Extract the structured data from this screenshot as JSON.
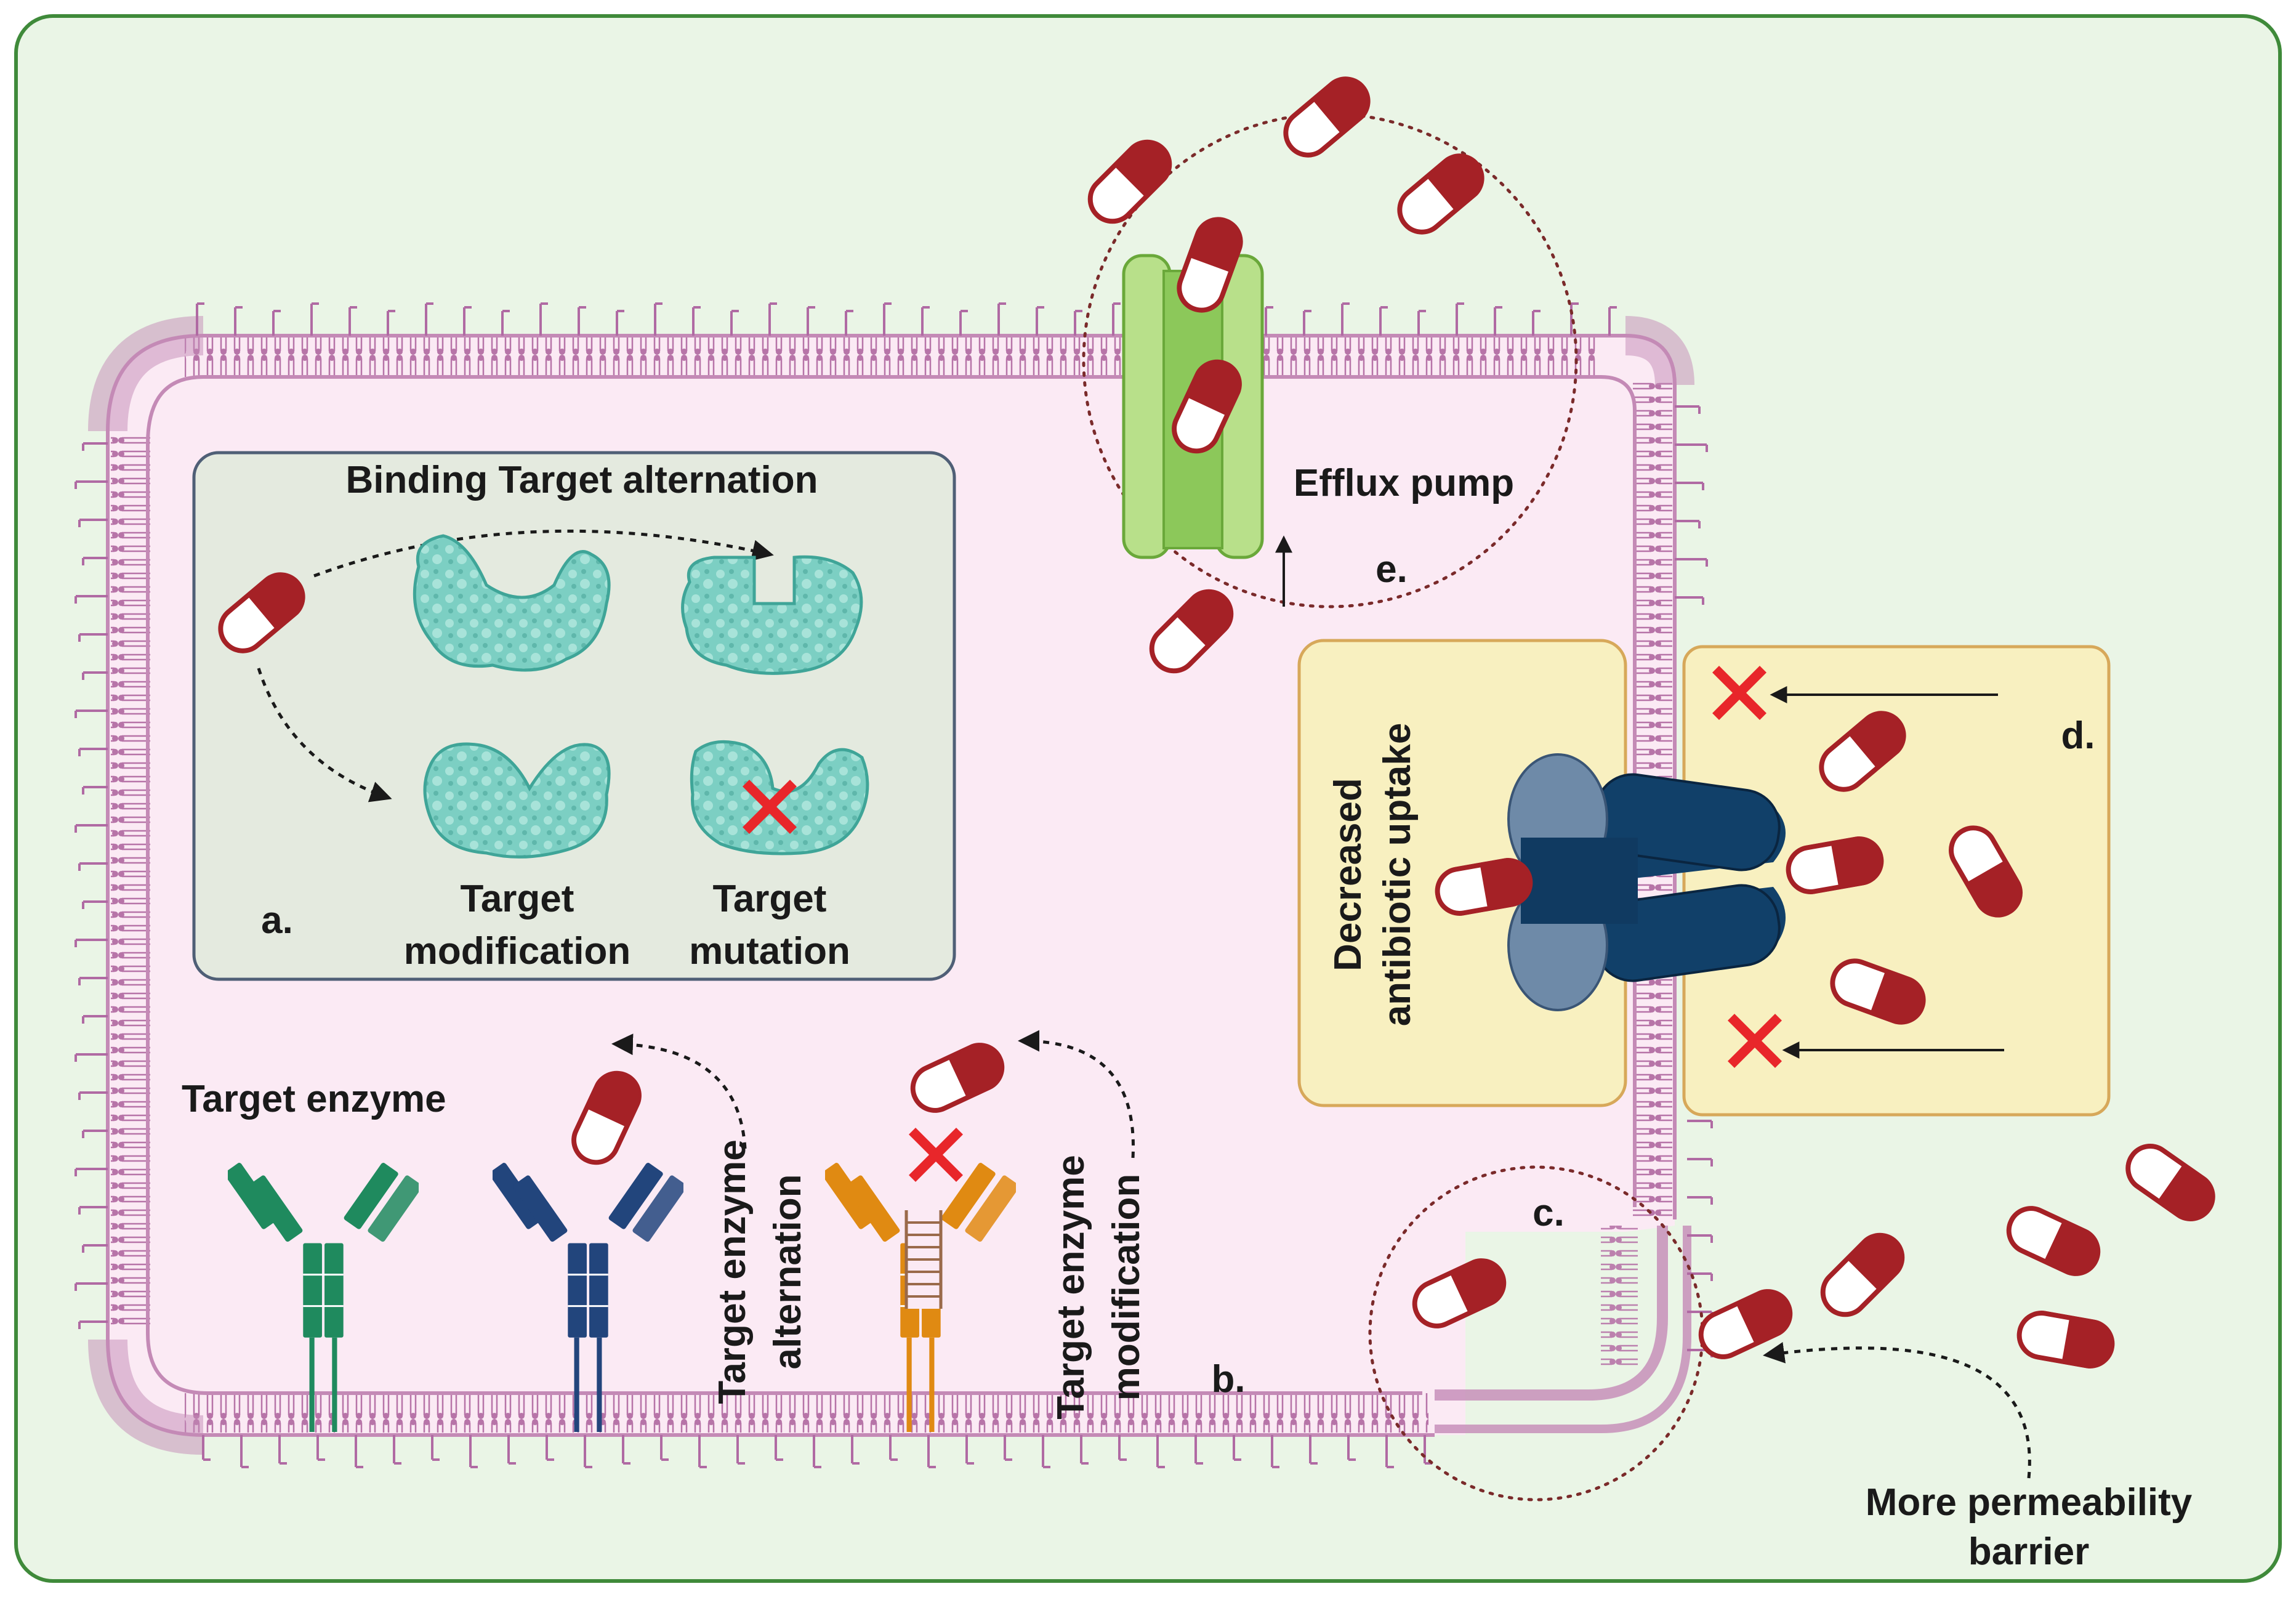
{
  "labels": {
    "binding_target_alternation": "Binding Target alternation",
    "target_modification": [
      "Target",
      "modification"
    ],
    "target_mutation": [
      "Target",
      "mutation"
    ],
    "panel_a": "a.",
    "target_enzyme": "Target enzyme",
    "target_enzyme_alternation": [
      "Target enzyme",
      "alternation"
    ],
    "target_enzyme_modification": [
      "Target enzyme",
      "modification"
    ],
    "panel_b": "b.",
    "panel_c": "c.",
    "more_permeability_barrier": [
      "More permeability",
      "barrier"
    ],
    "decreased_antibiotic_uptake": [
      "Decreased",
      "antibiotic uptake"
    ],
    "panel_d": "d.",
    "efflux_pump": "Efflux pump",
    "panel_e": "e."
  },
  "colors": {
    "background": "#eaf5e6",
    "frame": "#3f8a3a",
    "cell": "#fbeaf4",
    "membrane": "#c48ab6",
    "capsule_red": "#a52126",
    "panel_a_fill": "#e4eadf",
    "panel_a_stroke": "#4f5f76",
    "uptake_fill": "#f8f0c0",
    "uptake_stroke": "#d7a85a",
    "enzyme_green": "#1f8a5e",
    "enzyme_blue": "#22457c",
    "enzyme_orange": "#e08a12",
    "pump_green": "#9fd46a",
    "porin_dark": "#114069",
    "porin_light": "#6e8aa8",
    "target_protein": "#7ccfc3",
    "red_x": "#e8262a"
  }
}
